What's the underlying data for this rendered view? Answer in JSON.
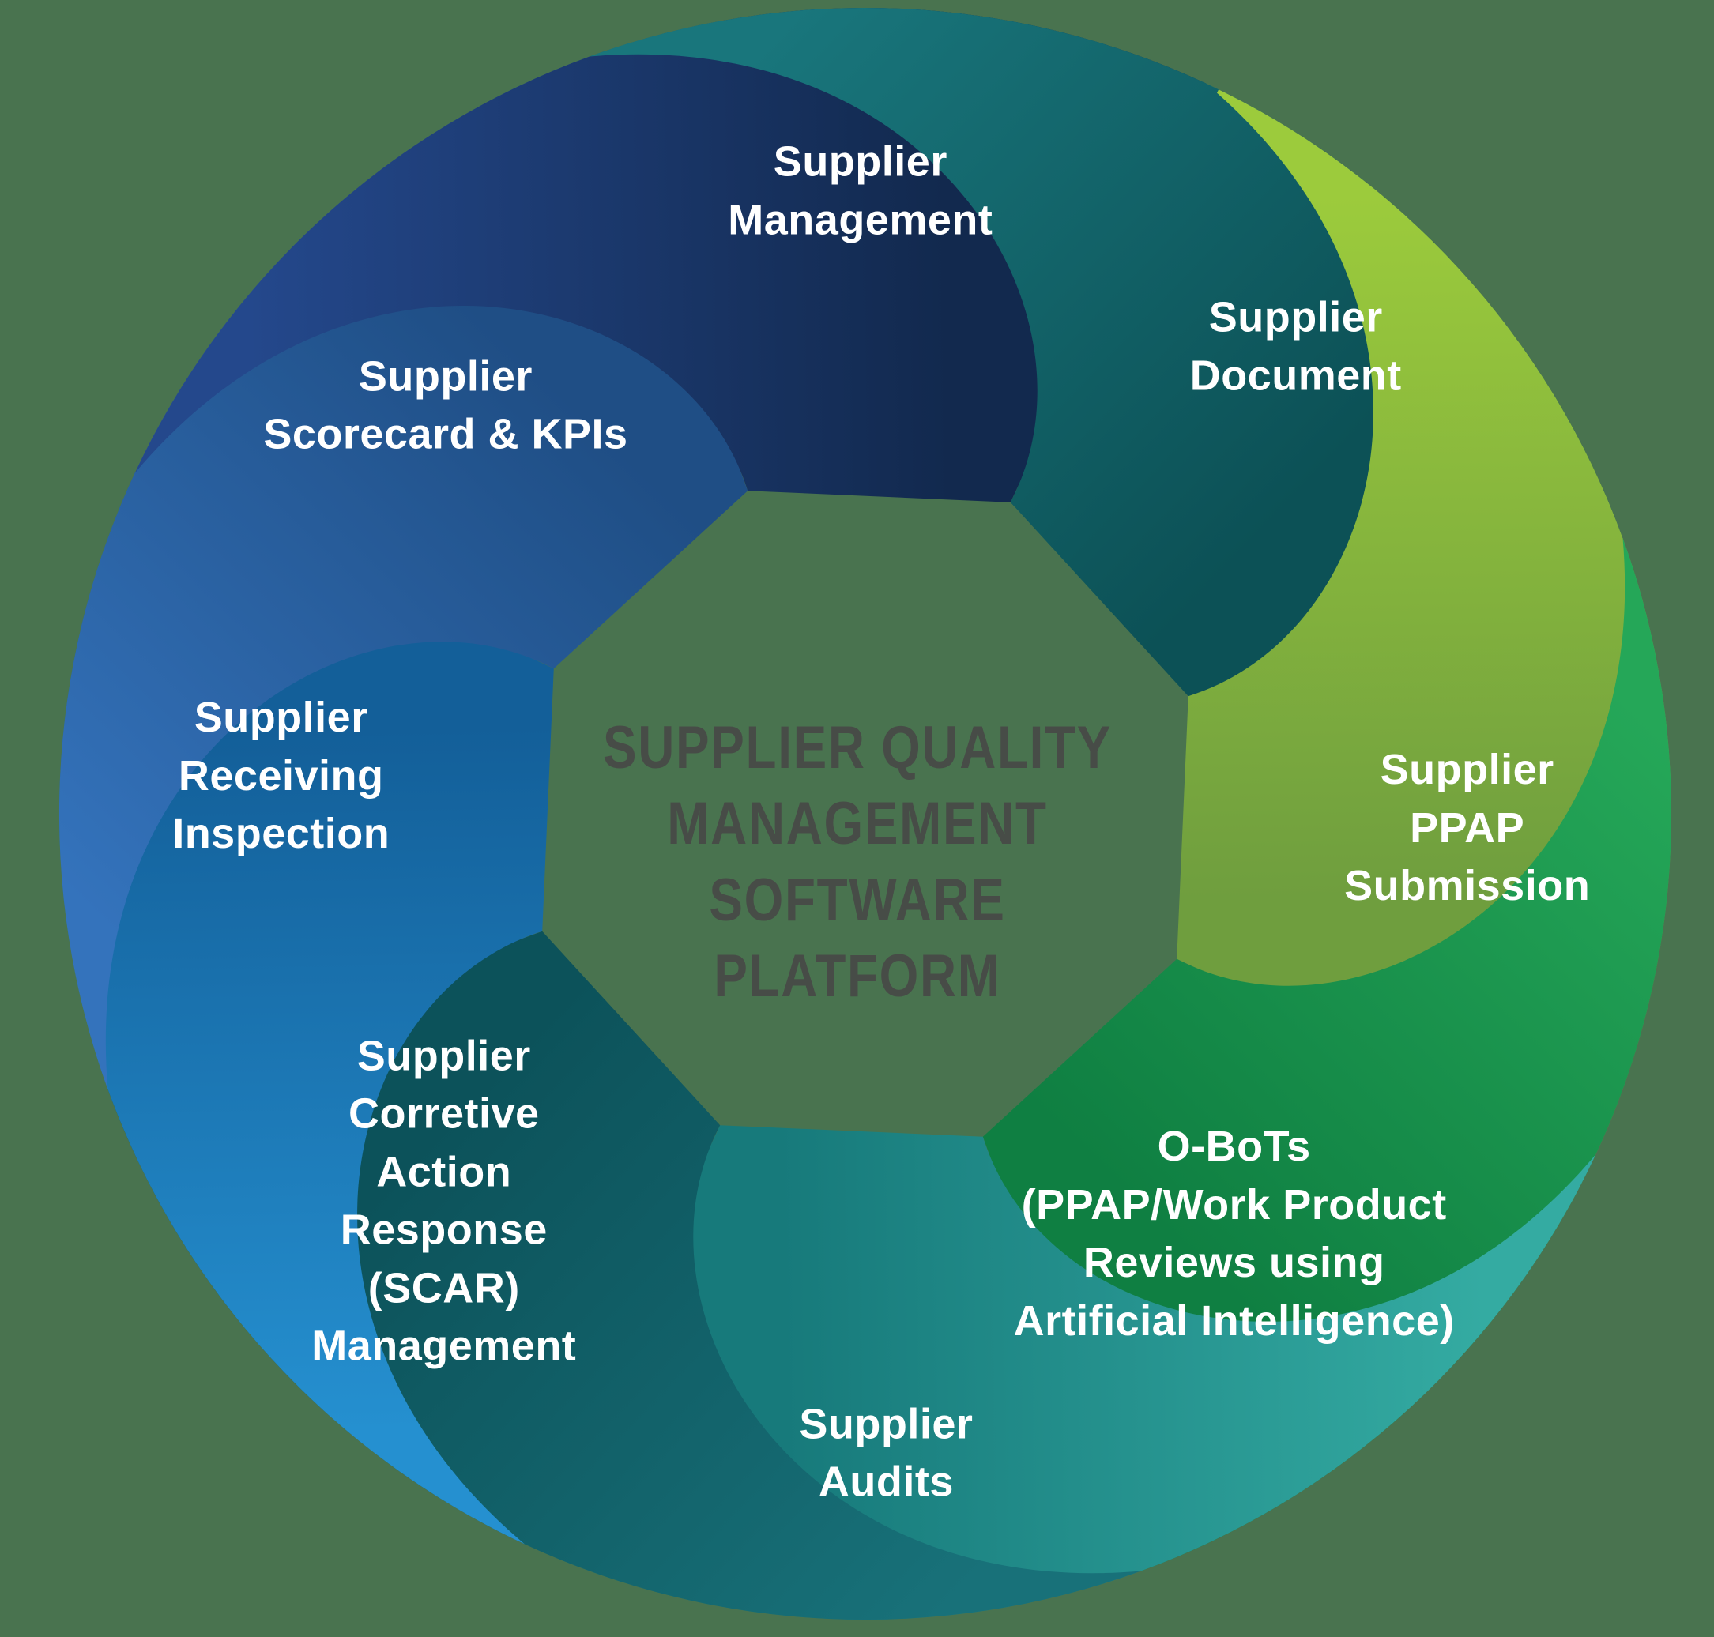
{
  "diagram": {
    "background_color": "#49734F",
    "center": {
      "title": "SUPPLIER QUALITY\nMANAGEMENT\nSOFTWARE\nPLATFORM",
      "text_color": "#474C47"
    },
    "blades": [
      {
        "id": "supplier-management",
        "label": "Supplier\nManagement",
        "position": "top",
        "gradient": [
          "#19767C",
          "#0C5156"
        ]
      },
      {
        "id": "supplier-document",
        "label": "Supplier\nDocument",
        "position": "top-right",
        "gradient": [
          "#9CCB3C",
          "#6F9E3E"
        ]
      },
      {
        "id": "supplier-ppap-submission",
        "label": "Supplier\nPPAP\nSubmission",
        "position": "right",
        "gradient": [
          "#25A758",
          "#0F7F42"
        ]
      },
      {
        "id": "o-bots",
        "label": "O-BoTs\n(PPAP/Work Product\nReviews using\nArtificial Intelligence)",
        "position": "bottom-right",
        "gradient": [
          "#34ABA2",
          "#177A7B"
        ]
      },
      {
        "id": "supplier-audits",
        "label": "Supplier\nAudits",
        "position": "bottom",
        "gradient": [
          "#187179",
          "#0C525A"
        ]
      },
      {
        "id": "supplier-scar-management",
        "label": "Supplier\nCorretive\nAction\nResponse\n(SCAR)\nManagement",
        "position": "bottom-left",
        "gradient": [
          "#2590D0",
          "#135F99"
        ]
      },
      {
        "id": "supplier-receiving-inspection",
        "label": "Supplier\nReceiving\nInspection",
        "position": "left",
        "gradient": [
          "#3473BC",
          "#1F4E85"
        ]
      },
      {
        "id": "supplier-scorecard-kpis",
        "label": "Supplier\nScorecard & KPIs",
        "position": "top-left",
        "gradient": [
          "#24488C",
          "#12294E"
        ]
      }
    ]
  }
}
